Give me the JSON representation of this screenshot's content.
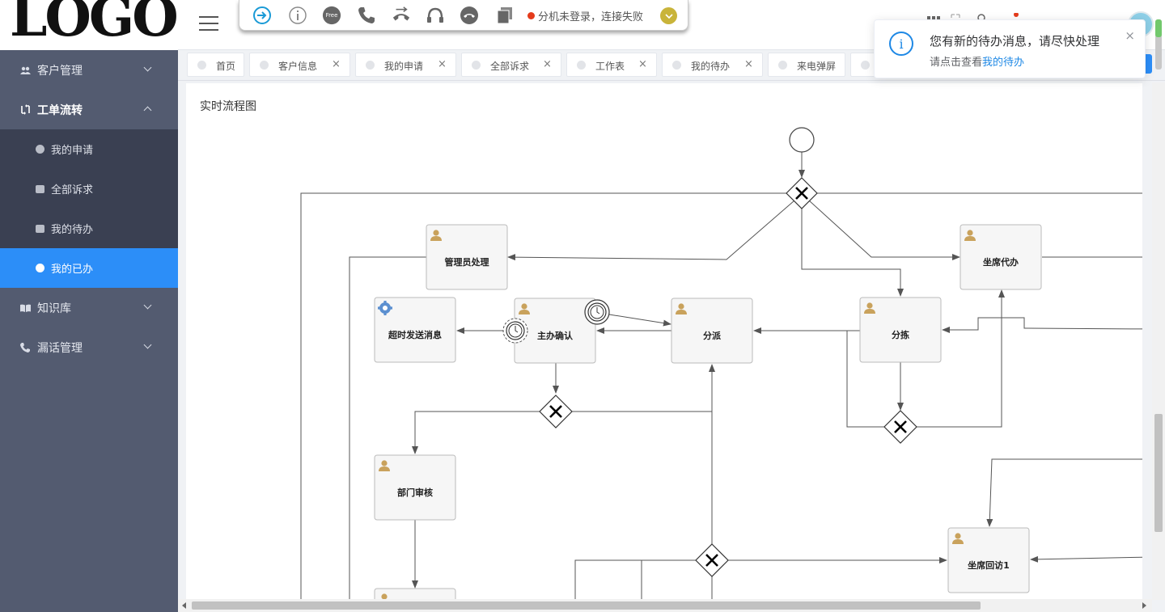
{
  "logo": {
    "text": "LOGO"
  },
  "sidebar": {
    "items": [
      {
        "label": "客户管理",
        "icon": "users-icon",
        "expanded": false
      },
      {
        "label": "工单流转",
        "icon": "flow-icon",
        "expanded": true,
        "children": [
          {
            "label": "我的申请",
            "icon": "circle-icon"
          },
          {
            "label": "全部诉求",
            "icon": "folder-icon"
          },
          {
            "label": "我的待办",
            "icon": "doc-icon"
          },
          {
            "label": "我的已办",
            "icon": "circle-icon",
            "active": true
          }
        ]
      },
      {
        "label": "知识库",
        "icon": "book-icon",
        "expanded": false
      },
      {
        "label": "漏话管理",
        "icon": "phone-icon",
        "expanded": false
      }
    ]
  },
  "phonebar": {
    "free_label": "Free",
    "status_text": "分机未登录，连接失败"
  },
  "tabs": [
    {
      "label": "首页",
      "closable": false
    },
    {
      "label": "客户信息",
      "closable": true
    },
    {
      "label": "我的申请",
      "closable": true
    },
    {
      "label": "全部诉求",
      "closable": true
    },
    {
      "label": "工作表",
      "closable": true
    },
    {
      "label": "我的待办",
      "closable": true
    },
    {
      "label": "来电弹屏",
      "closable": false
    }
  ],
  "notification": {
    "title": "您有新的待办消息，请尽快处理",
    "text_prefix": "请点击查看",
    "link": "我的待办",
    "close": "×"
  },
  "content": {
    "title": "实时流程图",
    "flow": {
      "tasks": [
        {
          "id": "admin",
          "label": "管理员处理",
          "type": "user"
        },
        {
          "id": "timeout",
          "label": "超时发送消息",
          "type": "service"
        },
        {
          "id": "confirm",
          "label": "主办确认",
          "type": "user"
        },
        {
          "id": "dispatch",
          "label": "分派",
          "type": "user"
        },
        {
          "id": "sort",
          "label": "分拣",
          "type": "user"
        },
        {
          "id": "agent",
          "label": "坐席代办",
          "type": "user"
        },
        {
          "id": "dept",
          "label": "部门审核",
          "type": "user"
        },
        {
          "id": "revisit",
          "label": "坐席回访1",
          "type": "user"
        }
      ]
    }
  },
  "colors": {
    "accent": "#2c8ef8",
    "sidebar_bg": "#535b70",
    "submenu_bg": "#3a4052",
    "status_red": "#e43b1b",
    "user_icon": "#c9a25c"
  }
}
